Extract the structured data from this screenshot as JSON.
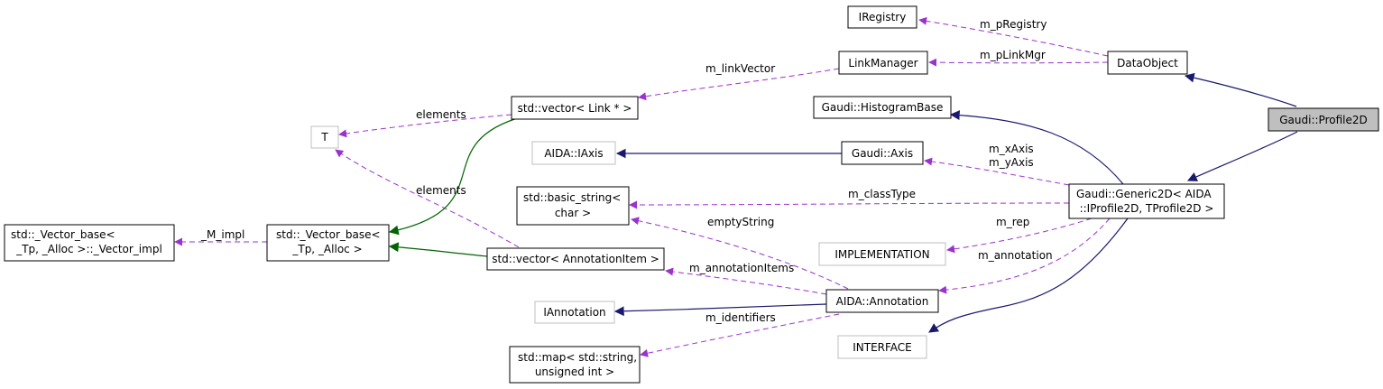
{
  "colors": {
    "node_border": "#000000",
    "node_border_undocumented": "#bfbfbf",
    "highlight_fill": "#bfbfbf",
    "usage_edge": "#9a32cd",
    "public_inheritance_edge": "#191970",
    "template_edge": "#006400"
  },
  "nodes": {
    "iregistry": "IRegistry",
    "dataobject": "DataObject",
    "linkmanager": "LinkManager",
    "profile2d": "Gaudi::Profile2D",
    "vector_link": "std::vector< Link * >",
    "t": "T",
    "histogrambase": "Gaudi::HistogramBase",
    "aida_iaxis": "AIDA::IAxis",
    "gaudi_axis": "Gaudi::Axis",
    "basic_string": [
      "std::basic_string<",
      "char >"
    ],
    "generic2d": [
      "Gaudi::Generic2D< AIDA",
      "::IProfile2D, TProfile2D >"
    ],
    "vector_base_impl": [
      "std::_Vector_base<",
      "_Tp, _Alloc >::_Vector_impl"
    ],
    "vector_base": [
      "std::_Vector_base<",
      "_Tp, _Alloc >"
    ],
    "implementation": "IMPLEMENTATION",
    "vector_annotation": "std::vector< AnnotationItem >",
    "iannotation": "IAnnotation",
    "aida_annotation": "AIDA::Annotation",
    "map": [
      "std::map< std::string,",
      "unsigned int >"
    ],
    "interface": "INTERFACE"
  },
  "edge_labels": {
    "m_pregistry": "m_pRegistry",
    "m_plinkmgr": "m_pLinkMgr",
    "m_linkvector": "m_linkVector",
    "elements_1": "elements",
    "elements_2": "elements",
    "m_xaxis": "m_xAxis",
    "m_yaxis": "m_yAxis",
    "m_classtype": "m_classType",
    "emptystring": "emptyString",
    "m_rep": "m_rep",
    "m_impl": "_M_impl",
    "m_annotation": "m_annotation",
    "m_annotationitems": "m_annotationItems",
    "m_identifiers": "m_identifiers"
  }
}
